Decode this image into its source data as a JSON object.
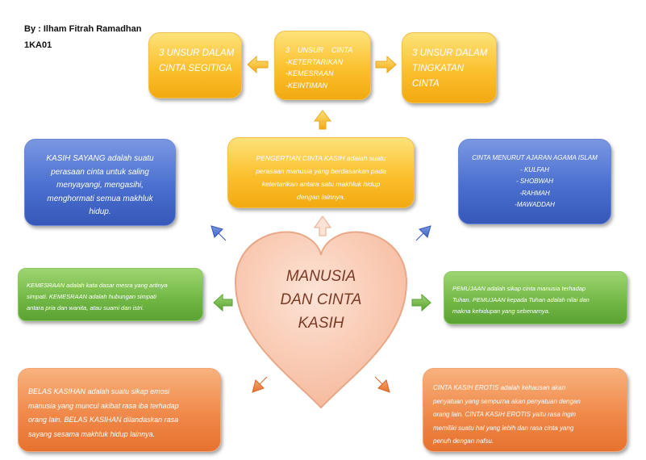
{
  "author": {
    "line1": "By : Ilham Fitrah Ramadhan",
    "line2": "1KA01"
  },
  "top": {
    "left": [
      "3 UNSUR DALAM",
      "CINTA SEGITIGA"
    ],
    "center": [
      "3    UNSUR    CINTA",
      "-KETERTARIKAN",
      "-KEMESRAAN",
      "-KEINTIMAN"
    ],
    "right": [
      "3 UNSUR DALAM",
      "TINGKATAN",
      "CINTA"
    ]
  },
  "pengertian": [
    "PENGERTIAN CINTA KASIH adalah suatu",
    "perasaan manusia yang berdasarkan pada",
    "ketertarikan antara satu makhluk hidup",
    "dengan lainnya."
  ],
  "kasih_sayang": [
    "KASIH SAYANG adalah suatu",
    "perasaan cinta untuk saling",
    "menyayangi, mengasihi,",
    "menghormati semua makhluk",
    "hidup."
  ],
  "agama": [
    "CINTA MENURUT AJARAN AGAMA ISLAM",
    "- KULFAH",
    "- SHOBWAH",
    "-RAHMAH",
    "-MAWADDAH"
  ],
  "kemesraan": [
    "KEMESRAAN adalah kata dasar mesra yang artinya",
    "simpati. KEMESRAAN adalah hubungan simpati",
    "antara pria dan wanita, atau suami dan istri."
  ],
  "pemujaan": [
    "PEMUJAAN adalah sikap cinta manusia terhadap",
    "Tuhan. PEMUJAAN kepada Tuhan adalah nilai dan",
    "makna kehidupan yang sebenarnya."
  ],
  "belas_kasihan": [
    "BELAS KASIHAN adalah suatu sikap emosi",
    "manusia yang muncul akibat rasa iba terhadap",
    "orang lain. BELAS KASIHAN dilandaskan rasa",
    "sayang sesama makhluk hidup lainnya."
  ],
  "erotis": [
    "CINTA KASIH EROTIS adalah kehausan akan",
    "penyatuan yang sempurna akan penyatuan dengan",
    "orang lain. CINTA KASIH EROTIS yaitu rasa ingin",
    "memiliki suatu hal yang lebih dan rasa cinta yang",
    "penuh dengan nafsu."
  ],
  "center": [
    "MANUSIA",
    "DAN CINTA",
    "KASIH"
  ],
  "colors": {
    "yellow": "#fbc02d",
    "blue": "#4a6fd0",
    "green": "#74b947",
    "orange": "#f0894a",
    "heart": "#fbd2bf",
    "heart_text": "#7a3b26"
  }
}
